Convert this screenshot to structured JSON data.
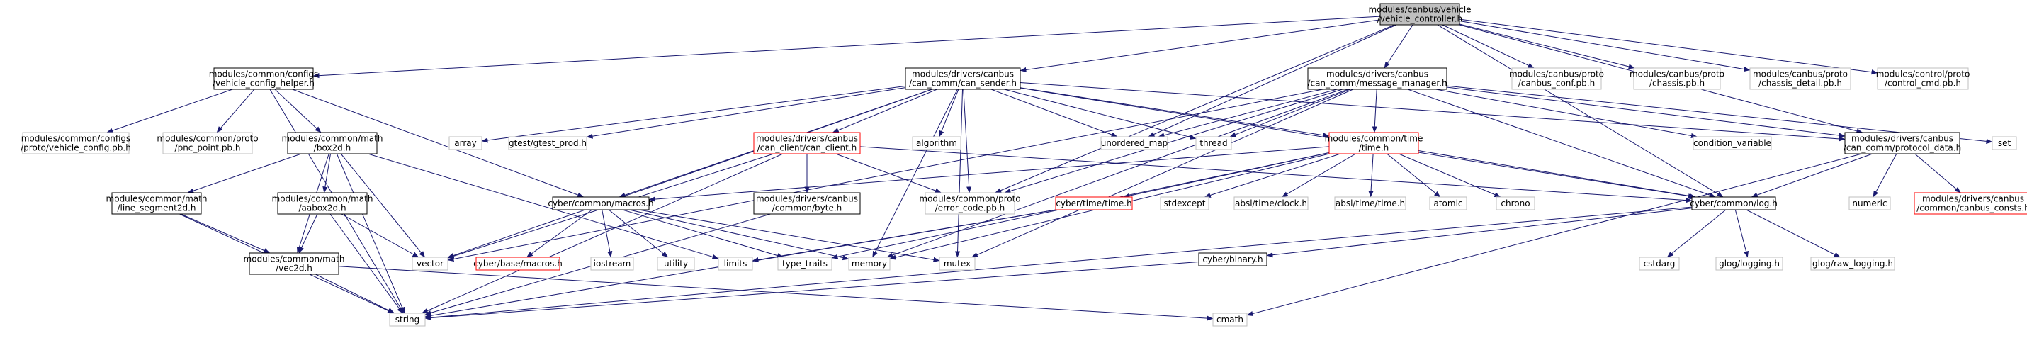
{
  "colors": {
    "edge": "#191970",
    "focus_fill": "#bfbfbf",
    "focus_border": "#000000",
    "internal_border": "#000000",
    "incomplete_border": "#ff0000",
    "external_border": "#bfbfbf",
    "node_fill": "#ffffff"
  },
  "nodes": [
    {
      "id": "vehicle_controller_h",
      "kind": "focus",
      "lines": [
        "modules/canbus/vehicle",
        "/vehicle_controller.h"
      ]
    },
    {
      "id": "vehicle_config_helper_h",
      "kind": "internal",
      "lines": [
        "modules/common/configs",
        "/vehicle_config_helper.h"
      ]
    },
    {
      "id": "can_sender_h",
      "kind": "internal",
      "lines": [
        "modules/drivers/canbus",
        "/can_comm/can_sender.h"
      ]
    },
    {
      "id": "message_manager_h",
      "kind": "internal",
      "lines": [
        "modules/drivers/canbus",
        "/can_comm/message_manager.h"
      ]
    },
    {
      "id": "canbus_conf_pb_h",
      "kind": "external",
      "lines": [
        "modules/canbus/proto",
        "/canbus_conf.pb.h"
      ]
    },
    {
      "id": "chassis_pb_h",
      "kind": "external",
      "lines": [
        "modules/canbus/proto",
        "/chassis.pb.h"
      ]
    },
    {
      "id": "chassis_detail_pb_h",
      "kind": "external",
      "lines": [
        "modules/canbus/proto",
        "/chassis_detail.pb.h"
      ]
    },
    {
      "id": "control_cmd_pb_h",
      "kind": "external",
      "lines": [
        "modules/control/proto",
        "/control_cmd.pb.h"
      ]
    },
    {
      "id": "vehicle_config_pb_h",
      "kind": "external",
      "lines": [
        "modules/common/configs",
        "/proto/vehicle_config.pb.h"
      ]
    },
    {
      "id": "pnc_point_pb_h",
      "kind": "external",
      "lines": [
        "modules/common/proto",
        "/pnc_point.pb.h"
      ]
    },
    {
      "id": "box2d_h",
      "kind": "internal",
      "lines": [
        "modules/common/math",
        "/box2d.h"
      ]
    },
    {
      "id": "array",
      "kind": "external",
      "lines": [
        "array"
      ]
    },
    {
      "id": "gtest_prod_h",
      "kind": "external",
      "lines": [
        "gtest/gtest_prod.h"
      ]
    },
    {
      "id": "can_client_h",
      "kind": "incomplete",
      "lines": [
        "modules/drivers/canbus",
        "/can_client/can_client.h"
      ]
    },
    {
      "id": "algorithm",
      "kind": "external",
      "lines": [
        "algorithm"
      ]
    },
    {
      "id": "unordered_map",
      "kind": "external",
      "lines": [
        "unordered_map"
      ]
    },
    {
      "id": "thread",
      "kind": "external",
      "lines": [
        "thread"
      ]
    },
    {
      "id": "time_h",
      "kind": "incomplete",
      "lines": [
        "modules/common/time",
        "/time.h"
      ]
    },
    {
      "id": "condition_variable",
      "kind": "external",
      "lines": [
        "condition_variable"
      ]
    },
    {
      "id": "protocol_data_h",
      "kind": "internal",
      "lines": [
        "modules/drivers/canbus",
        "/can_comm/protocol_data.h"
      ]
    },
    {
      "id": "set",
      "kind": "external",
      "lines": [
        "set"
      ]
    },
    {
      "id": "line_segment2d_h",
      "kind": "internal",
      "lines": [
        "modules/common/math",
        "/line_segment2d.h"
      ]
    },
    {
      "id": "aabox2d_h",
      "kind": "internal",
      "lines": [
        "modules/common/math",
        "/aabox2d.h"
      ]
    },
    {
      "id": "macros_h",
      "kind": "internal",
      "lines": [
        "cyber/common/macros.h"
      ]
    },
    {
      "id": "byte_h",
      "kind": "internal",
      "lines": [
        "modules/drivers/canbus",
        "/common/byte.h"
      ]
    },
    {
      "id": "error_code_pb_h",
      "kind": "external",
      "lines": [
        "modules/common/proto",
        "/error_code.pb.h"
      ]
    },
    {
      "id": "cyber_time_h",
      "kind": "incomplete",
      "lines": [
        "cyber/time/time.h"
      ]
    },
    {
      "id": "stdexcept",
      "kind": "external",
      "lines": [
        "stdexcept"
      ]
    },
    {
      "id": "absl_clock_h",
      "kind": "external",
      "lines": [
        "absl/time/clock.h"
      ]
    },
    {
      "id": "absl_time_h",
      "kind": "external",
      "lines": [
        "absl/time/time.h"
      ]
    },
    {
      "id": "atomic",
      "kind": "external",
      "lines": [
        "atomic"
      ]
    },
    {
      "id": "chrono",
      "kind": "external",
      "lines": [
        "chrono"
      ]
    },
    {
      "id": "log_h",
      "kind": "internal",
      "lines": [
        "cyber/common/log.h"
      ]
    },
    {
      "id": "numeric",
      "kind": "external",
      "lines": [
        "numeric"
      ]
    },
    {
      "id": "canbus_consts_h",
      "kind": "incomplete",
      "lines": [
        "modules/drivers/canbus",
        "/common/canbus_consts.h"
      ]
    },
    {
      "id": "vec2d_h",
      "kind": "internal",
      "lines": [
        "modules/common/math",
        "/vec2d.h"
      ]
    },
    {
      "id": "vector",
      "kind": "external",
      "lines": [
        "vector"
      ]
    },
    {
      "id": "cyber_base_macros_h",
      "kind": "incomplete",
      "lines": [
        "cyber/base/macros.h"
      ]
    },
    {
      "id": "iostream",
      "kind": "external",
      "lines": [
        "iostream"
      ]
    },
    {
      "id": "utility",
      "kind": "external",
      "lines": [
        "utility"
      ]
    },
    {
      "id": "limits",
      "kind": "external",
      "lines": [
        "limits"
      ]
    },
    {
      "id": "type_traits",
      "kind": "external",
      "lines": [
        "type_traits"
      ]
    },
    {
      "id": "memory",
      "kind": "external",
      "lines": [
        "memory"
      ]
    },
    {
      "id": "mutex",
      "kind": "external",
      "lines": [
        "mutex"
      ]
    },
    {
      "id": "cyber_binary_h",
      "kind": "internal",
      "lines": [
        "cyber/binary.h"
      ]
    },
    {
      "id": "cstdarg",
      "kind": "external",
      "lines": [
        "cstdarg"
      ]
    },
    {
      "id": "glog_logging_h",
      "kind": "external",
      "lines": [
        "glog/logging.h"
      ]
    },
    {
      "id": "glog_raw_logging_h",
      "kind": "external",
      "lines": [
        "glog/raw_logging.h"
      ]
    },
    {
      "id": "string",
      "kind": "external",
      "lines": [
        "string"
      ]
    },
    {
      "id": "cmath",
      "kind": "external",
      "lines": [
        "cmath"
      ]
    }
  ],
  "edges": [
    [
      "vehicle_controller_h",
      "vehicle_config_helper_h"
    ],
    [
      "vehicle_controller_h",
      "can_sender_h"
    ],
    [
      "vehicle_controller_h",
      "message_manager_h"
    ],
    [
      "vehicle_controller_h",
      "canbus_conf_pb_h"
    ],
    [
      "vehicle_controller_h",
      "chassis_pb_h"
    ],
    [
      "vehicle_controller_h",
      "chassis_detail_pb_h"
    ],
    [
      "vehicle_controller_h",
      "control_cmd_pb_h"
    ],
    [
      "vehicle_controller_h",
      "unordered_map"
    ],
    [
      "vehicle_controller_h",
      "error_code_pb_h"
    ],
    [
      "vehicle_controller_h",
      "log_h"
    ],
    [
      "vehicle_controller_h",
      "protocol_data_h"
    ],
    [
      "vehicle_config_helper_h",
      "vehicle_config_pb_h"
    ],
    [
      "vehicle_config_helper_h",
      "pnc_point_pb_h"
    ],
    [
      "vehicle_config_helper_h",
      "box2d_h"
    ],
    [
      "vehicle_config_helper_h",
      "macros_h"
    ],
    [
      "vehicle_config_helper_h",
      "string"
    ],
    [
      "can_sender_h",
      "array"
    ],
    [
      "can_sender_h",
      "gtest_prod_h"
    ],
    [
      "can_sender_h",
      "can_client_h"
    ],
    [
      "can_sender_h",
      "algorithm"
    ],
    [
      "can_sender_h",
      "unordered_map"
    ],
    [
      "can_sender_h",
      "thread"
    ],
    [
      "can_sender_h",
      "time_h"
    ],
    [
      "can_sender_h",
      "protocol_data_h"
    ],
    [
      "can_sender_h",
      "macros_h"
    ],
    [
      "can_sender_h",
      "error_code_pb_h"
    ],
    [
      "can_sender_h",
      "log_h"
    ],
    [
      "can_sender_h",
      "vector"
    ],
    [
      "can_sender_h",
      "memory"
    ],
    [
      "can_sender_h",
      "mutex"
    ],
    [
      "message_manager_h",
      "unordered_map"
    ],
    [
      "message_manager_h",
      "thread"
    ],
    [
      "message_manager_h",
      "time_h"
    ],
    [
      "message_manager_h",
      "condition_variable"
    ],
    [
      "message_manager_h",
      "protocol_data_h"
    ],
    [
      "message_manager_h",
      "set"
    ],
    [
      "message_manager_h",
      "error_code_pb_h"
    ],
    [
      "message_manager_h",
      "log_h"
    ],
    [
      "message_manager_h",
      "vector"
    ],
    [
      "message_manager_h",
      "memory"
    ],
    [
      "message_manager_h",
      "mutex"
    ],
    [
      "box2d_h",
      "line_segment2d_h"
    ],
    [
      "box2d_h",
      "aabox2d_h"
    ],
    [
      "box2d_h",
      "vec2d_h"
    ],
    [
      "box2d_h",
      "vector"
    ],
    [
      "box2d_h",
      "limits"
    ],
    [
      "box2d_h",
      "string"
    ],
    [
      "line_segment2d_h",
      "vec2d_h"
    ],
    [
      "line_segment2d_h",
      "string"
    ],
    [
      "aabox2d_h",
      "vec2d_h"
    ],
    [
      "aabox2d_h",
      "vector"
    ],
    [
      "aabox2d_h",
      "string"
    ],
    [
      "vec2d_h",
      "string"
    ],
    [
      "vec2d_h",
      "cmath"
    ],
    [
      "can_client_h",
      "byte_h"
    ],
    [
      "can_client_h",
      "error_code_pb_h"
    ],
    [
      "can_client_h",
      "log_h"
    ],
    [
      "can_client_h",
      "vector"
    ],
    [
      "can_client_h",
      "string"
    ],
    [
      "time_h",
      "macros_h"
    ],
    [
      "time_h",
      "cyber_time_h"
    ],
    [
      "time_h",
      "stdexcept"
    ],
    [
      "time_h",
      "absl_clock_h"
    ],
    [
      "time_h",
      "absl_time_h"
    ],
    [
      "time_h",
      "atomic"
    ],
    [
      "time_h",
      "chrono"
    ],
    [
      "time_h",
      "log_h"
    ],
    [
      "time_h",
      "memory"
    ],
    [
      "time_h",
      "type_traits"
    ],
    [
      "protocol_data_h",
      "numeric"
    ],
    [
      "protocol_data_h",
      "canbus_consts_h"
    ],
    [
      "protocol_data_h",
      "log_h"
    ],
    [
      "protocol_data_h",
      "cmath"
    ],
    [
      "macros_h",
      "cyber_base_macros_h"
    ],
    [
      "macros_h",
      "iostream"
    ],
    [
      "macros_h",
      "utility"
    ],
    [
      "macros_h",
      "memory"
    ],
    [
      "macros_h",
      "mutex"
    ],
    [
      "macros_h",
      "type_traits"
    ],
    [
      "byte_h",
      "string"
    ],
    [
      "cyber_time_h",
      "limits"
    ],
    [
      "cyber_time_h",
      "string"
    ],
    [
      "log_h",
      "cstdarg"
    ],
    [
      "log_h",
      "glog_logging_h"
    ],
    [
      "log_h",
      "glog_raw_logging_h"
    ],
    [
      "log_h",
      "cyber_binary_h"
    ],
    [
      "log_h",
      "string"
    ],
    [
      "cyber_binary_h",
      "string"
    ]
  ]
}
